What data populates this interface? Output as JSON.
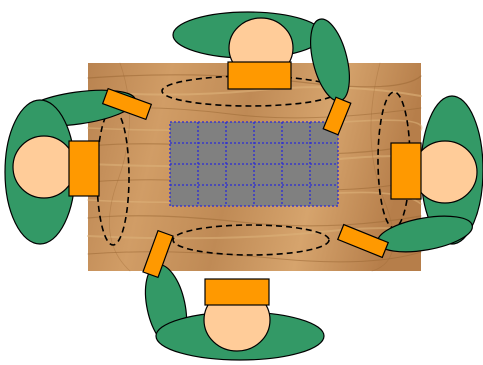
{
  "diagram": {
    "table_surface": "wood",
    "grid": {
      "rows": 4,
      "cols": 6
    },
    "players": [
      {
        "seat": "north"
      },
      {
        "seat": "west"
      },
      {
        "seat": "east"
      },
      {
        "seat": "south"
      }
    ]
  },
  "colors": {
    "background": "#ffffff",
    "wood_base": "#c4915c",
    "wood_grain_dark": "#9a6734",
    "wood_grain_light": "#ddb27a",
    "grid_tile": "#808080",
    "grid_line": "#2a2ad6",
    "arm_fill": "#339966",
    "head_fill": "#ffcc99",
    "rack_fill": "#ff9900",
    "outline": "#000000",
    "zone_dash": "#000000"
  },
  "icons": {
    "player": "person-top-view-icon",
    "tile_rack": "tile-rack-icon",
    "discard_zone": "dashed-ellipse-zone"
  }
}
